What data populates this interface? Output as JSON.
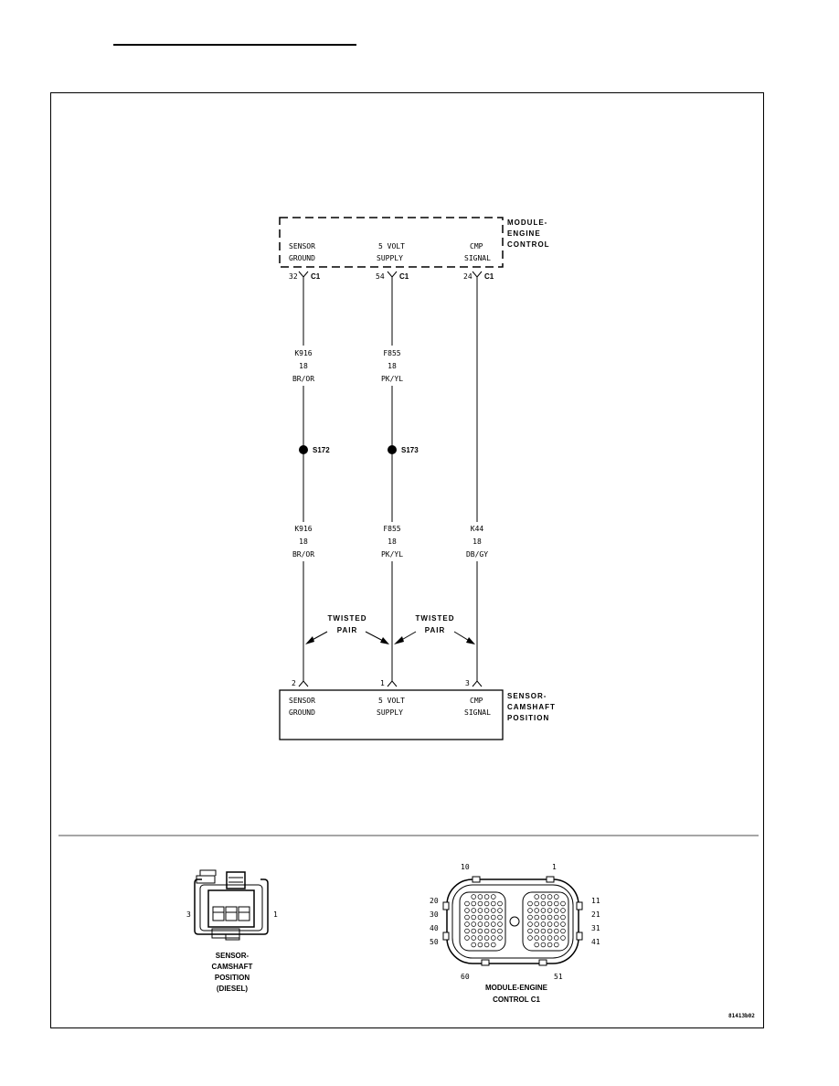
{
  "module": {
    "title_lines": [
      "MODULE-",
      "ENGINE",
      "CONTROL"
    ],
    "pins": [
      {
        "num": "32",
        "conn": "C1",
        "label1": "SENSOR",
        "label2": "GROUND"
      },
      {
        "num": "54",
        "conn": "C1",
        "label1": "5 VOLT",
        "label2": "SUPPLY"
      },
      {
        "num": "24",
        "conn": "C1",
        "label1": "CMP",
        "label2": "SIGNAL"
      }
    ]
  },
  "wires": {
    "upper": [
      {
        "code": "K916",
        "gauge": "18",
        "color": "BR/OR"
      },
      {
        "code": "F855",
        "gauge": "18",
        "color": "PK/YL"
      }
    ],
    "lower": [
      {
        "code": "K916",
        "gauge": "18",
        "color": "BR/OR"
      },
      {
        "code": "F855",
        "gauge": "18",
        "color": "PK/YL"
      },
      {
        "code": "K44",
        "gauge": "18",
        "color": "DB/GY"
      }
    ]
  },
  "splices": [
    "S172",
    "S173"
  ],
  "twisted_pair": {
    "line1": "TWISTED",
    "line2": "PAIR"
  },
  "sensor": {
    "title_lines": [
      "SENSOR-",
      "CAMSHAFT",
      "POSITION"
    ],
    "pins": [
      {
        "num": "2",
        "label1": "SENSOR",
        "label2": "GROUND"
      },
      {
        "num": "1",
        "label1": "5 VOLT",
        "label2": "SUPPLY"
      },
      {
        "num": "3",
        "label1": "CMP",
        "label2": "SIGNAL"
      }
    ]
  },
  "connector_sensor": {
    "pin_left": "3",
    "pin_right": "1",
    "caption": [
      "SENSOR-",
      "CAMSHAFT",
      "POSITION",
      "(DIESEL)"
    ]
  },
  "connector_ecm": {
    "pin_numbers": {
      "top_left": "10",
      "top_right": "1",
      "bottom_left": "60",
      "bottom_right": "51",
      "left": [
        "20",
        "30",
        "40",
        "50"
      ],
      "right": [
        "11",
        "21",
        "31",
        "41"
      ]
    },
    "caption": [
      "MODULE-ENGINE",
      "CONTROL C1"
    ]
  },
  "figure_id": "81413b02"
}
